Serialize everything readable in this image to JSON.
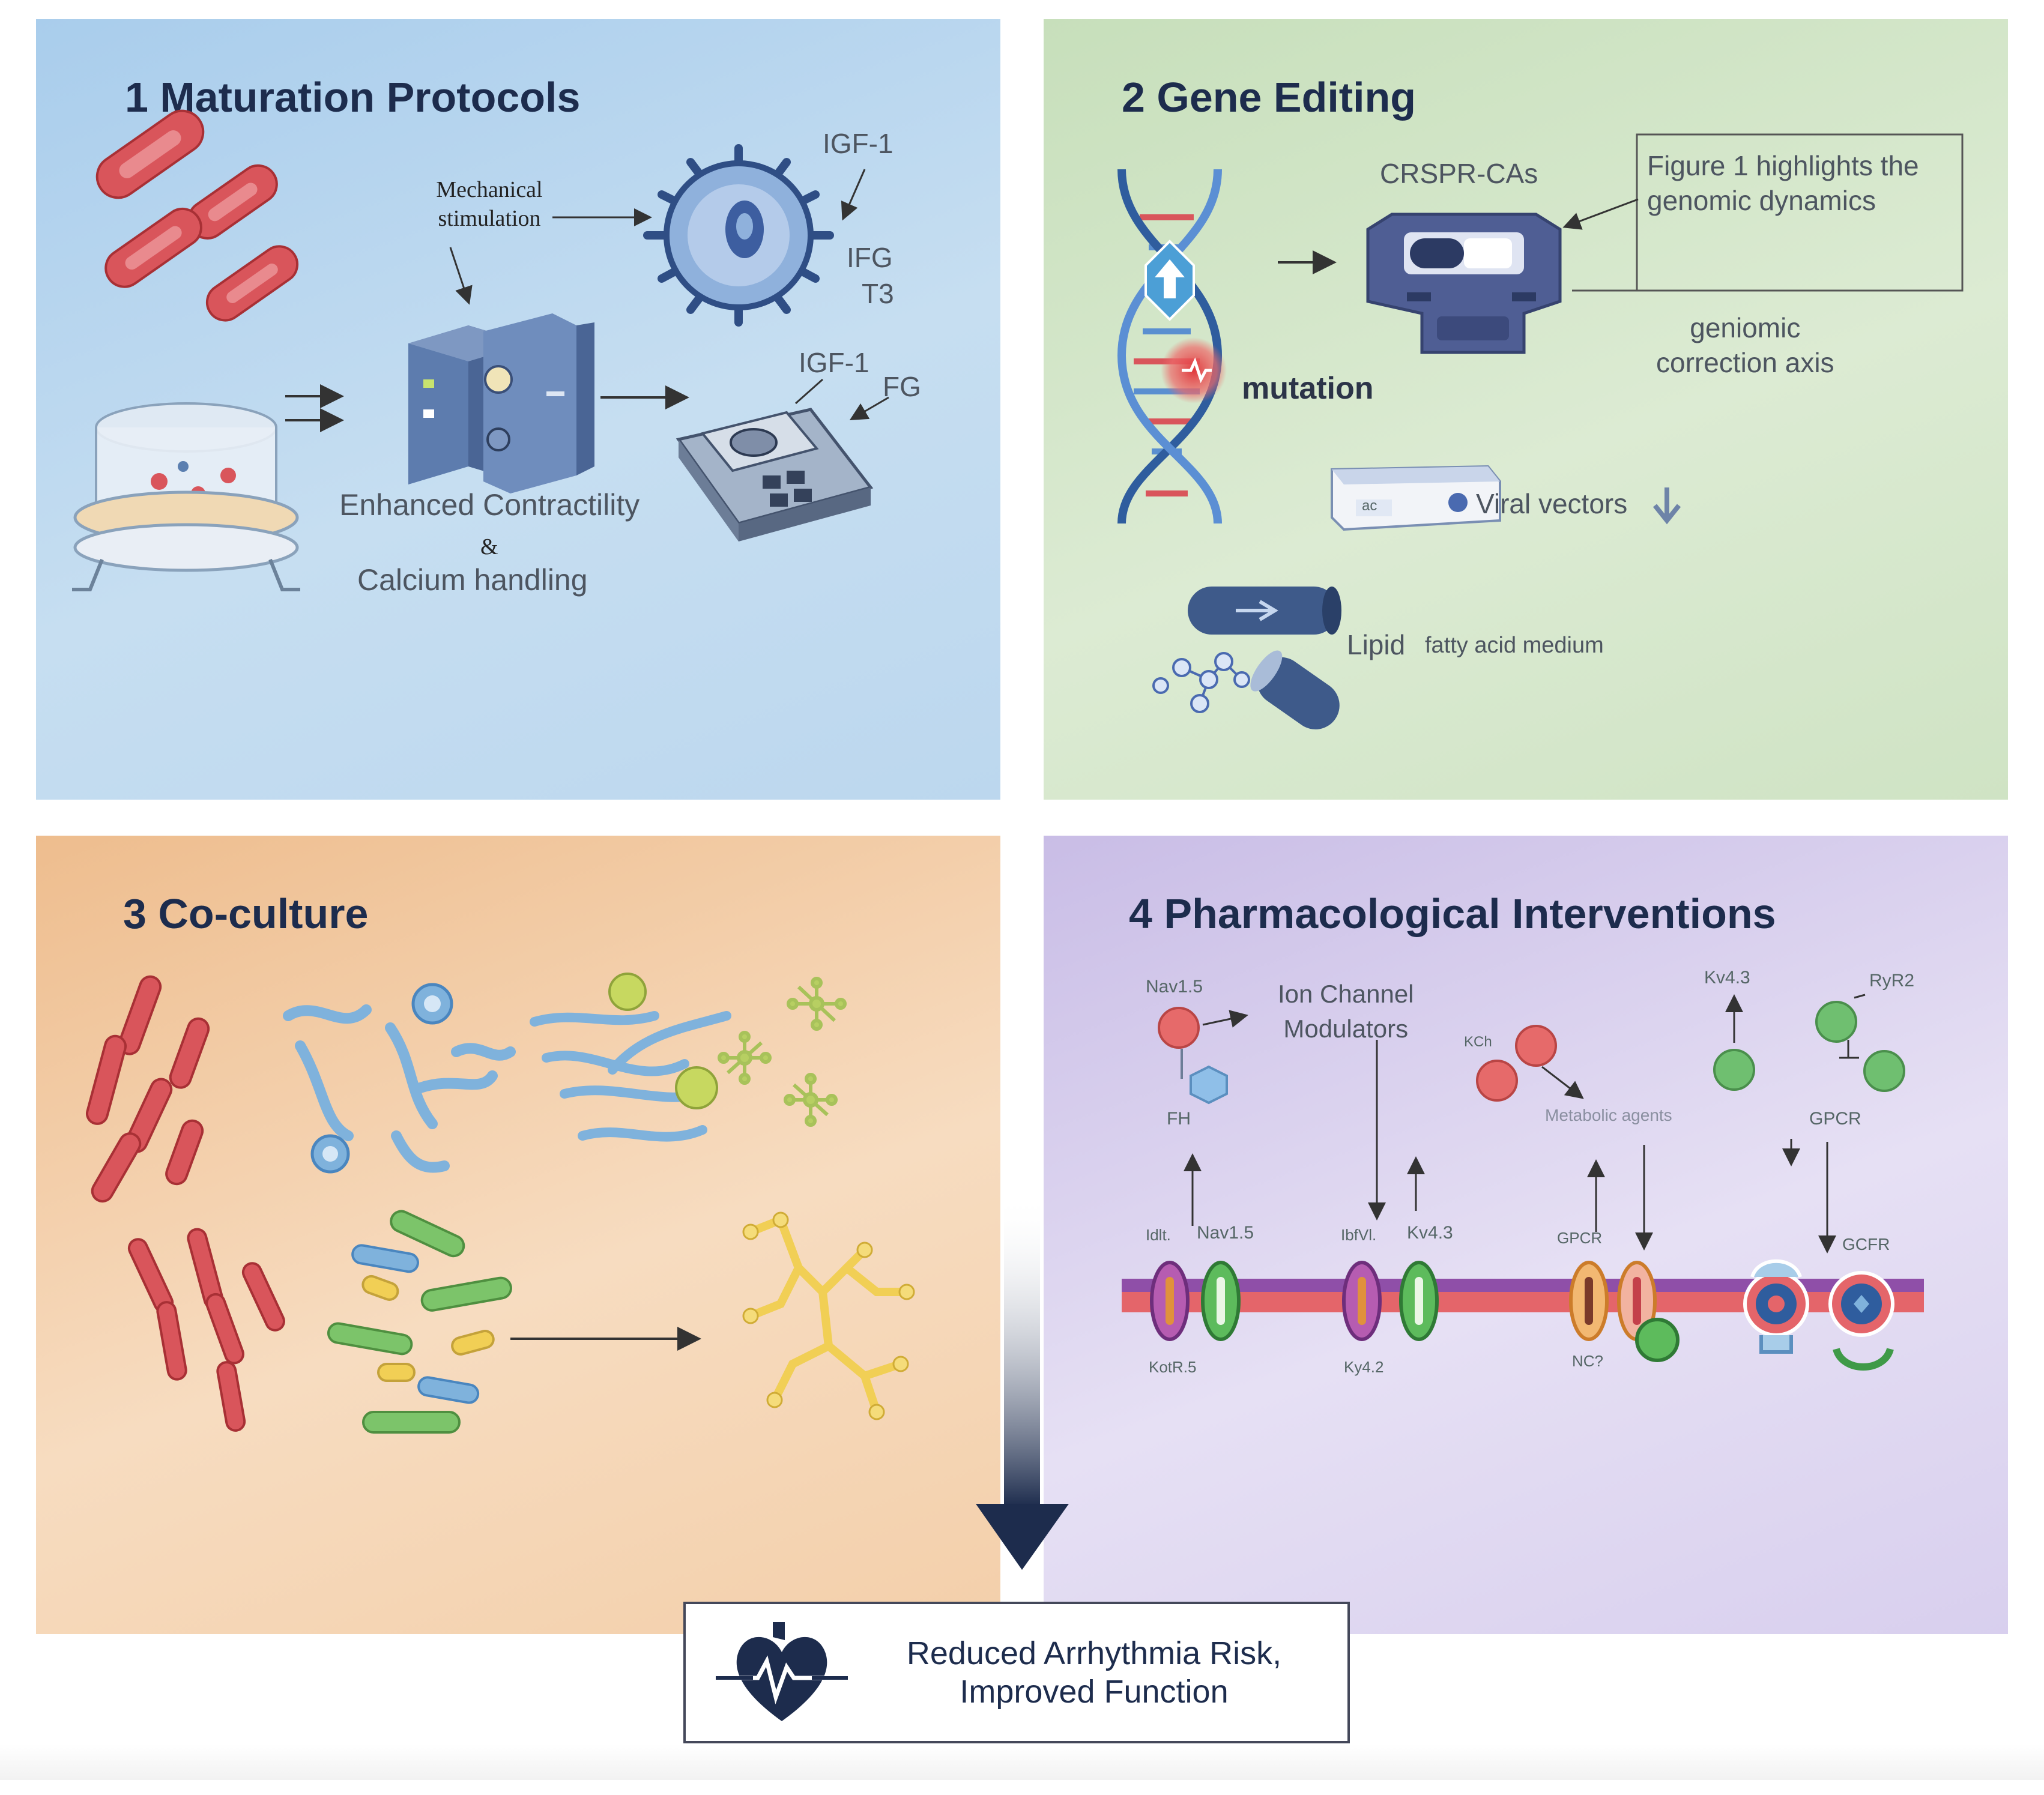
{
  "panels": {
    "p1": {
      "title": "1 Maturation Protocols",
      "mechanical": "Mechanical\nstimulation",
      "igf1_top": "IGF-1",
      "ifg": "IFG",
      "t3": "T3",
      "igf1_mid": "IGF-1",
      "fg": "FG",
      "enhanced": "Enhanced Contractility",
      "amp": "&",
      "calcium": "Calcium handling"
    },
    "p2": {
      "title": "2 Gene Editing",
      "crispr": "CRSPR-CAs",
      "figure_note": "Figure 1 highlights the\ngenomic dynamics",
      "mutation": "mutation",
      "correction": "geniomic\ncorrection axis",
      "viral": "Viral vectors",
      "device_text": "ac",
      "lipid": "Lipid",
      "lipid_medium": "fatty acid medium"
    },
    "p3": {
      "title": "3 Co-culture"
    },
    "p4": {
      "title": "4 Pharmacological Interventions",
      "nav15_top": "Nav1.5",
      "ion_channel": "Ion Channel\nModulators",
      "fh": "FH",
      "kch": "KCh",
      "metabolic": "Metabolic agents",
      "kv43_top": "Kv4.3",
      "ryr2": "RyR2",
      "gpcr_top": "GPCR",
      "ch1_top": "Idlt.",
      "ch2_top": "Nav1.5",
      "ch3_top": "IbfVl.",
      "ch4_top": "Kv4.3",
      "ch5_top": "GPCR",
      "ch6_top": "GCFR",
      "ch1_bottom": "KotR.5",
      "ch3_bottom": "Ky4.2",
      "ch5_bottom": "NC?"
    }
  },
  "outcome": {
    "text": "Reduced Arrhythmia Risk,\nImproved Function"
  },
  "colors": {
    "navy": "#1d2c4d",
    "red_cell": "#d9555b",
    "blue_cell": "#7fb2dc",
    "green_cell": "#7cc46a",
    "yellow_cell": "#f1cf55",
    "membrane_red": "#e4656a",
    "membrane_purple": "#8f4fa8"
  },
  "icons": [
    "cardiomyocyte-icon",
    "bioreactor-icon",
    "stimulator-device-icon",
    "cell-icon",
    "tissue-plate-icon",
    "dna-helix-icon",
    "crispr-device-icon",
    "viral-vector-device-icon",
    "lipid-capsule-icon",
    "fibroblast-icon",
    "endothelial-cell-icon",
    "ion-channel-icon",
    "heart-icon",
    "down-arrow-icon"
  ]
}
